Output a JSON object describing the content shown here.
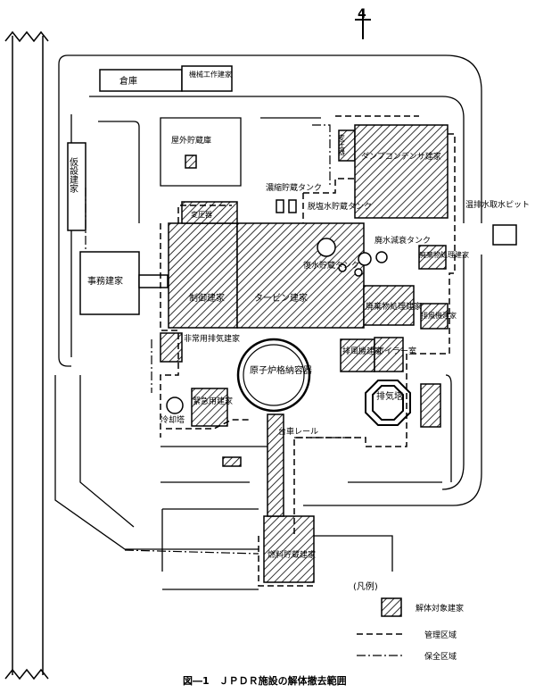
{
  "north_label": "4",
  "buildings": {
    "warehouse": "倉庫",
    "machine_shop": "機械工作建家",
    "outdoor_storage": "屋外貯蔵庫",
    "temporary_building": "仮設建家",
    "office": "事務建家",
    "control": "制御建家",
    "turbine": "タービン建家",
    "transformer": "変圧器",
    "concentrate_tank": "濃縮貯蔵タンク",
    "demineralized_tank": "脱塩水貯蔵タンク",
    "dump_condenser_transformer": "変圧器",
    "dump_condenser": "ダンプコンデンサ建家",
    "recovery_tank": "復水貯蔵タンク",
    "waste_water_tank": "廃水減衰タンク",
    "waste_treatment_1": "廃棄物処理建家",
    "waste_treatment_2": "廃棄物処理建家",
    "exhaust_building": "排風機建家",
    "emergency_exhaust": "非常用排気建家",
    "emergency_building": "緊急用建家",
    "cooling_tower": "冷却塔",
    "reactor": "原子炉格納容器",
    "rail": "台車レール",
    "exhaust_fan": "排風機建家",
    "boiler": "ボイラー室",
    "stack": "排気塔",
    "fuel_storage": "燃料貯蔵建家",
    "hot_water_pit": "温排水取水ピット"
  },
  "legend": {
    "title": "(凡例)",
    "item1": "解体対象建家",
    "item2": "管理区域",
    "item3": "保全区域"
  },
  "caption": "図―1　ＪＰＤＲ施設の解体撤去範囲"
}
